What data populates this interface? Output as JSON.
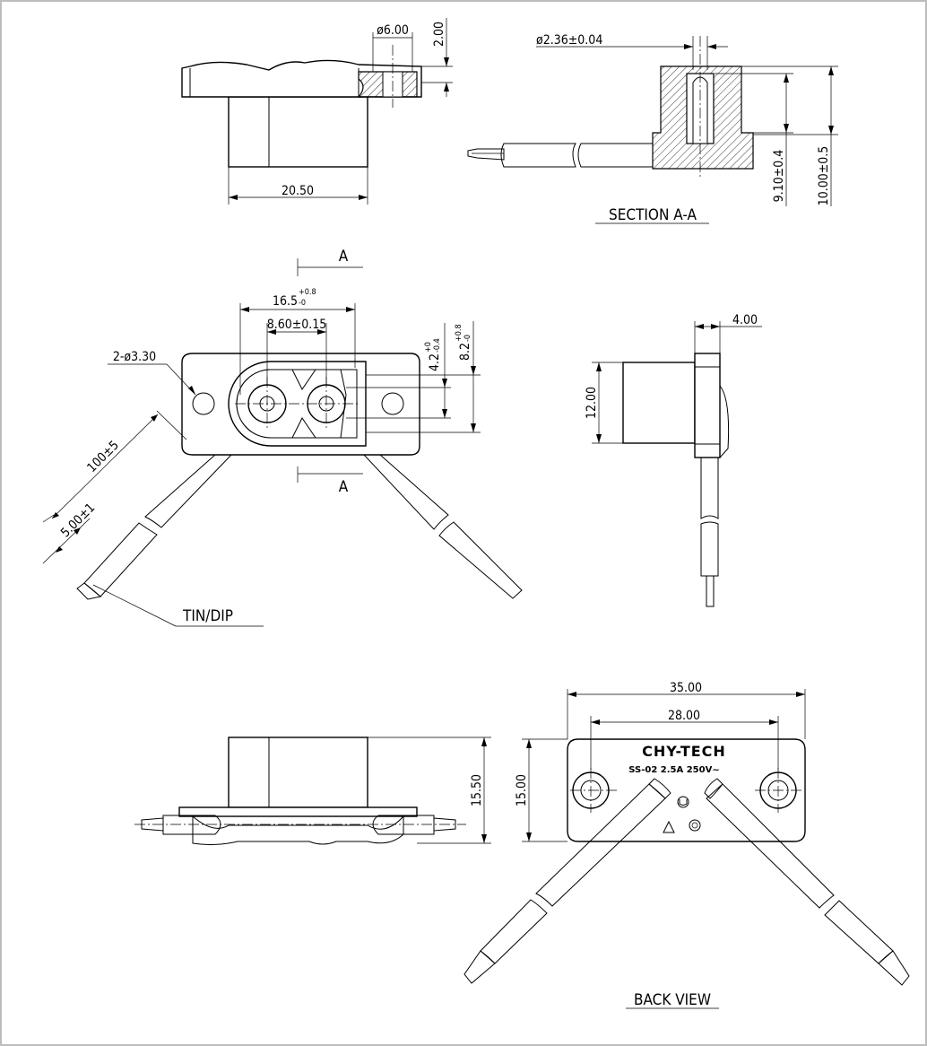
{
  "top_view": {
    "dim_hole_dia": "ø6.00",
    "dim_flange_thk": "2.00",
    "dim_body_width": "20.50"
  },
  "section_view": {
    "dim_pin_dia": "ø2.36±0.04",
    "dim_depth": "9.10±0.4",
    "dim_height": "10.00±0.5",
    "caption": "SECTION A-A"
  },
  "front_view": {
    "section_mark": "A",
    "dim_outer_base": "16.5",
    "dim_outer_tol_upper": "+0.8",
    "dim_outer_tol_lower": "-0",
    "dim_pin_pitch": "8.60±0.15",
    "dim_mount_holes": "2-ø3.30",
    "dim_inner_height_base": "4.2",
    "dim_inner_tol_upper": "+0",
    "dim_inner_tol_lower": "-0.4",
    "dim_outer_height_base": "8.2",
    "dim_outer_height_tol_upper": "+0.8",
    "dim_outer_height_tol_lower": "-0",
    "dim_lead_length": "100±5",
    "dim_strip_length": "5.00±1",
    "lead_finish": "TIN/DIP"
  },
  "side_view": {
    "dim_flange": "4.00",
    "dim_body_height": "12.00"
  },
  "bottom_view": {
    "dim_overall_height": "15.50"
  },
  "back_view": {
    "dim_overall_length": "35.00",
    "dim_hole_pitch": "28.00",
    "dim_height": "15.00",
    "brand": "CHY-TECH",
    "rating": "SS-02   2.5A  250V~",
    "caption": "BACK VIEW"
  },
  "colors": {
    "line": "#000000",
    "background": "#ffffff",
    "frame": "#bdbdbd"
  }
}
